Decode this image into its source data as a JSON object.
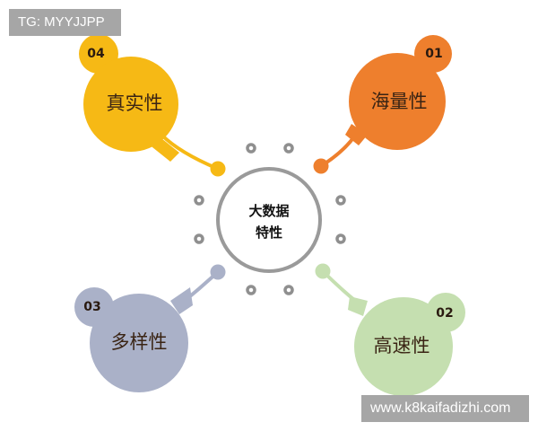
{
  "watermarks": {
    "top_left": "TG: MYYJJPP",
    "bottom_right": "www.k8kaifadizhi.com"
  },
  "center": {
    "line1": "大数据",
    "line2": "特性",
    "ring_color": "#9a9a9a"
  },
  "petals": [
    {
      "number": "01",
      "label": "海量性",
      "color": "#ee7f2d",
      "position": "top-right"
    },
    {
      "number": "02",
      "label": "高速性",
      "color": "#c5dfb0",
      "position": "bottom-right"
    },
    {
      "number": "03",
      "label": "多样性",
      "color": "#aab1c8",
      "position": "bottom-left"
    },
    {
      "number": "04",
      "label": "真实性",
      "color": "#f6b915",
      "position": "top-left"
    }
  ],
  "decor_dot_color": "#8f8f8f"
}
